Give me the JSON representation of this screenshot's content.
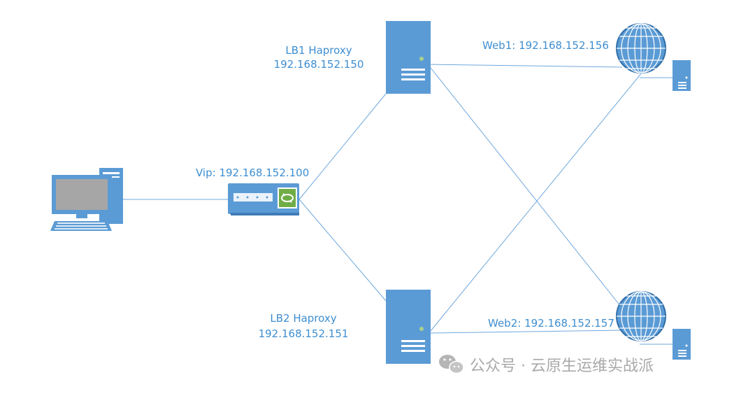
{
  "colors": {
    "line": "#6fa8dc",
    "server": "#5b9bd5",
    "label": "#3e8ed0",
    "watermark": "#a9a9a9"
  },
  "labels": {
    "lb1_name": "LB1 Haproxy",
    "lb1_ip": "192.168.152.150",
    "lb2_name": "LB2 Haproxy",
    "lb2_ip": "192.168.152.151",
    "vip": "Vip:  192.168.152.100",
    "web1": "Web1: 192.168.152.156",
    "web2": "Web2: 192.168.152.157"
  },
  "watermark": {
    "text": "公众号 · 云原生运维实战派"
  },
  "icons": {
    "client": "desktop-computer-icon",
    "vip_device": "switch-icon",
    "lb_server": "server-tower-icon",
    "web": "globe-icon",
    "web_server": "mini-server-icon",
    "wechat": "wechat-icon"
  }
}
